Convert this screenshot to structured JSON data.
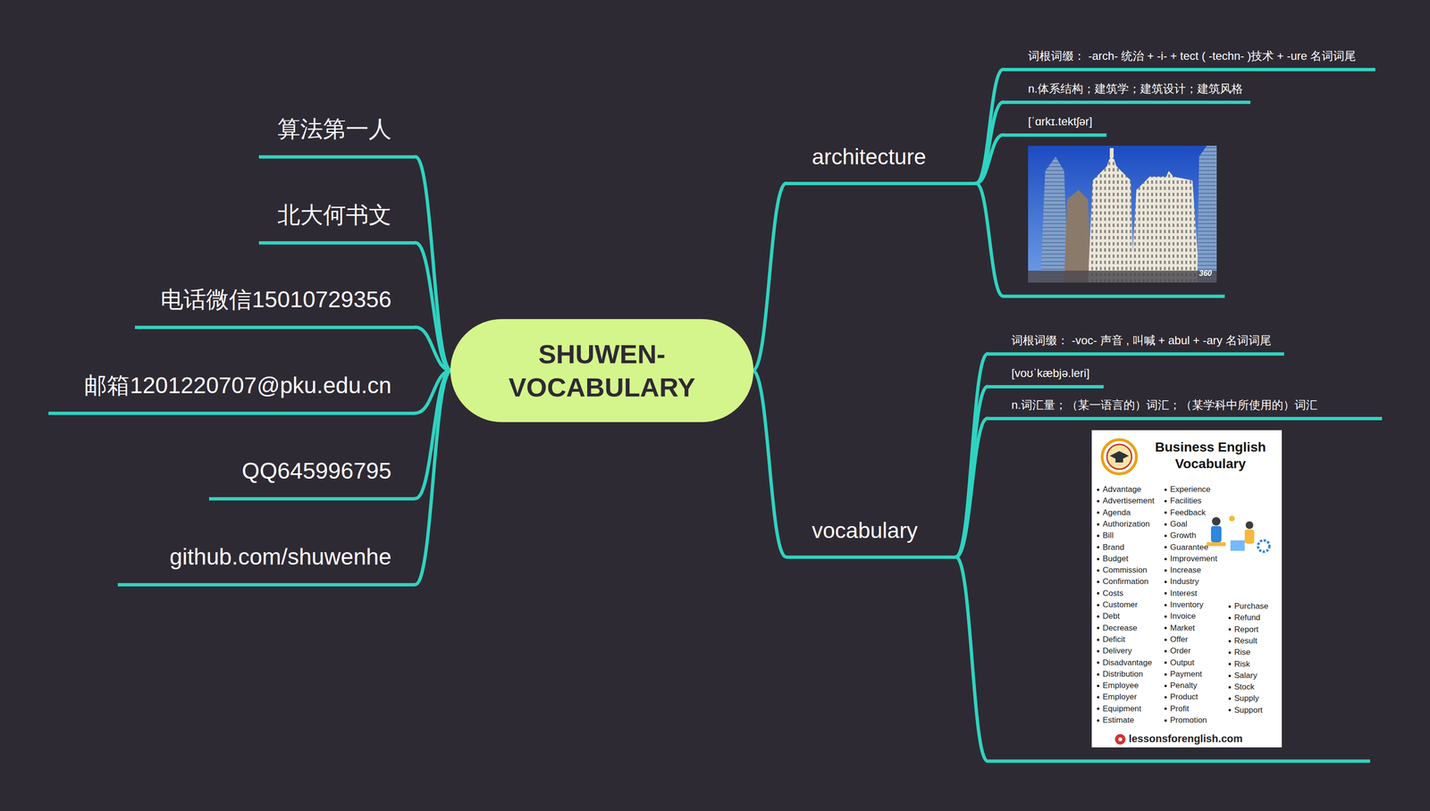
{
  "diagram": {
    "nodes": [
      {
        "text": [
          "SHUWEN- VOCABULARY"
        ]
      },
      {
        "text": [
          "算法第一人"
        ]
      },
      {
        "text": [
          "北大何书文"
        ]
      },
      {
        "text": [
          "电话微信15010729356"
        ]
      },
      {
        "text": [
          "邮箱1201220707@pku.edu.cn"
        ]
      },
      {
        "text": [
          "QQ645996795"
        ]
      },
      {
        "text": [
          "github.com/shuwenhe"
        ]
      },
      {
        "text": [
          "architecture"
        ]
      },
      {
        "text": [
          "词根词缀： -arch- 统治 + -i- + tect ( -techn- )技术 + -ure 名词词尾"
        ]
      },
      {
        "text": [
          "n.体系结构；建筑学；建筑设计；建筑风格"
        ]
      },
      {
        "text": [
          "[ˈɑrkɪ.tektʃər]"
        ]
      },
      {
        "text": [
          "vocabulary"
        ]
      },
      {
        "text": [
          "词根词缀： -voc- 声音 , 叫喊 + abul + -ary 名词词尾"
        ]
      },
      {
        "text": [
          "[voʊˈkæbjə.leri]"
        ]
      },
      {
        "text": [
          "n.词汇量；（某一语言的）词汇；（某学科中所使用的）词汇"
        ]
      }
    ],
    "edges": [
      {
        "from": 0,
        "to": 1,
        "arrow": "none"
      },
      {
        "from": 0,
        "to": 2,
        "arrow": "none"
      },
      {
        "from": 0,
        "to": 3,
        "arrow": "none"
      },
      {
        "from": 0,
        "to": 4,
        "arrow": "none"
      },
      {
        "from": 0,
        "to": 5,
        "arrow": "none"
      },
      {
        "from": 0,
        "to": 6,
        "arrow": "none"
      },
      {
        "from": 0,
        "to": 7,
        "arrow": "none"
      },
      {
        "from": 7,
        "to": 8,
        "arrow": "none"
      },
      {
        "from": 7,
        "to": 9,
        "arrow": "none"
      },
      {
        "from": 7,
        "to": 10,
        "arrow": "none"
      },
      {
        "from": 0,
        "to": 11,
        "arrow": "none"
      },
      {
        "from": 11,
        "to": 12,
        "arrow": "none"
      },
      {
        "from": 11,
        "to": 13,
        "arrow": "none"
      },
      {
        "from": 11,
        "to": 14,
        "arrow": "none"
      }
    ],
    "labels": [
      "Business English Vocabulary",
      "Advantage",
      "Advertisement",
      "Agenda",
      "Authorization",
      "Bill",
      "Brand",
      "Budget",
      "Commission",
      "Confirmation",
      "Costs",
      "Customer",
      "Debt",
      "Decrease",
      "Deficit",
      "Delivery",
      "Disadvantage",
      "Distribution",
      "Employee",
      "Employer",
      "Equipment",
      "Estimate",
      "Experience",
      "Facilities",
      "Feedback",
      "Goal",
      "Growth",
      "Guarantee",
      "Improvement",
      "Increase",
      "Industry",
      "Interest",
      "Inventory",
      "Invoice",
      "Market",
      "Offer",
      "Order",
      "Output",
      "Payment",
      "Penalty",
      "Product",
      "Profit",
      "Promotion",
      "Purchase",
      "Refund",
      "Report",
      "Result",
      "Rise",
      "Risk",
      "Salary",
      "Stock",
      "Supply",
      "Support",
      "lessonsforenglish.com",
      "360"
    ]
  }
}
